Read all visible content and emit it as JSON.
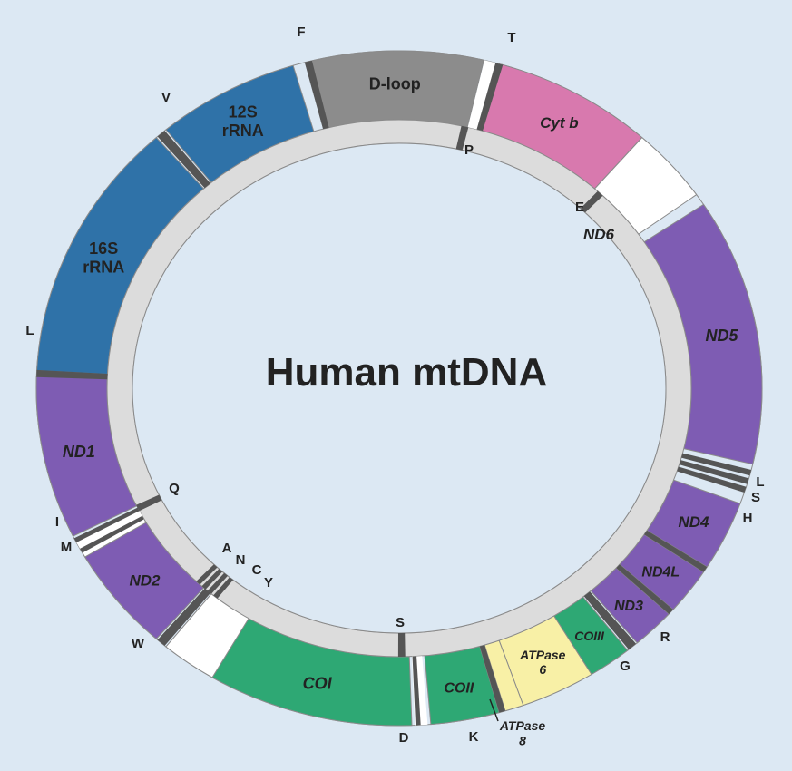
{
  "title": "Human mtDNA",
  "colors": {
    "background": "#dce8f3",
    "inner_ring": "#dcdcdc",
    "outline": "#8a8a8a",
    "trna": "#555555",
    "ribosomal": "#2f72a8",
    "complex_i": "#7e5cb3",
    "complex_iii": "#d879ae",
    "complex_iv": "#2ea874",
    "atp_synthase": "#f8f0a6",
    "dloop": "#8c8c8c",
    "noncoding": "#ffffff"
  },
  "genes": [
    {
      "id": "d-loop",
      "lines": [
        "D-loop"
      ],
      "group": "dloop",
      "italic": false
    },
    {
      "id": "cyt-b",
      "lines": [
        "Cyt b"
      ],
      "group": "complex_iii",
      "italic": true
    },
    {
      "id": "nc-cytb-nd6",
      "lines": [],
      "group": "noncoding",
      "italic": false
    },
    {
      "id": "nd6",
      "lines": [
        "ND6"
      ],
      "group": "complex_i",
      "italic": true
    },
    {
      "id": "nd5",
      "lines": [
        "ND5"
      ],
      "group": "complex_i",
      "italic": true
    },
    {
      "id": "nd4",
      "lines": [
        "ND4"
      ],
      "group": "complex_i",
      "italic": true
    },
    {
      "id": "nd4l",
      "lines": [
        "ND4L"
      ],
      "group": "complex_i",
      "italic": true
    },
    {
      "id": "nd3",
      "lines": [
        "ND3"
      ],
      "group": "complex_i",
      "italic": true
    },
    {
      "id": "coiii",
      "lines": [
        "COIII"
      ],
      "group": "complex_iv",
      "italic": true
    },
    {
      "id": "atpase6",
      "lines": [
        "ATPase",
        "6"
      ],
      "group": "atp_synthase",
      "italic": true
    },
    {
      "id": "atpase8",
      "lines": [
        "ATPase",
        "8"
      ],
      "group": "atp_synthase",
      "italic": true
    },
    {
      "id": "coii",
      "lines": [
        "COII"
      ],
      "group": "complex_iv",
      "italic": true
    },
    {
      "id": "nc-coii-coi",
      "lines": [],
      "group": "noncoding",
      "italic": false
    },
    {
      "id": "coi",
      "lines": [
        "COI"
      ],
      "group": "complex_iv",
      "italic": true
    },
    {
      "id": "nc-coi-nd2",
      "lines": [],
      "group": "noncoding",
      "italic": false
    },
    {
      "id": "nd2",
      "lines": [
        "ND2"
      ],
      "group": "complex_i",
      "italic": true
    },
    {
      "id": "nc-nd2-nd1",
      "lines": [],
      "group": "noncoding",
      "italic": false
    },
    {
      "id": "nd1",
      "lines": [
        "ND1"
      ],
      "group": "complex_i",
      "italic": true
    },
    {
      "id": "16s-rrna",
      "lines": [
        "16S",
        "rRNA"
      ],
      "group": "ribosomal",
      "italic": false
    },
    {
      "id": "12s-rrna",
      "lines": [
        "12S",
        "rRNA"
      ],
      "group": "ribosomal",
      "italic": false
    }
  ],
  "trna_labels": [
    "F",
    "T",
    "P",
    "E",
    "L",
    "S",
    "H",
    "R",
    "G",
    "K",
    "D",
    "S",
    "W",
    "A",
    "N",
    "C",
    "Y",
    "M",
    "I",
    "Q",
    "L",
    "V"
  ]
}
